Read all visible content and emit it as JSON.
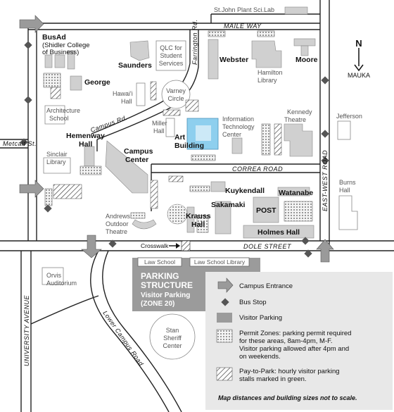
{
  "roads": {
    "maile_way": "MAILE WAY",
    "correa_road": "CORREA ROAD",
    "dole_street": "DOLE STREET",
    "east_west_road": "EAST-WEST ROAD",
    "university_avenue": "UNIVERSITY AVENUE",
    "campus_rd": "Campus Rd.",
    "farrington_rd": "Farrington Rd.",
    "lower_campus_road": "Lower Campus Road",
    "metcalf_st": "Metcalf St."
  },
  "buildings_bold": {
    "busad": "BusAd",
    "saunders": "Saunders",
    "webster": "Webster",
    "moore": "Moore",
    "george": "George",
    "hemenway_1": "Hemenway",
    "hemenway_2": "Hall",
    "campus_center_1": "Campus",
    "campus_center_2": "Center",
    "art_building_1": "Art",
    "art_building_2": "Building",
    "kuykendall": "Kuykendall",
    "watanabe": "Watanabe",
    "sakamaki": "Sakamaki",
    "post": "POST",
    "krauss_1": "Krauss",
    "krauss_2": "Hall",
    "holmes_hall": "Holmes Hall"
  },
  "buildings_light": {
    "busad_sub1": "(Shidler College",
    "busad_sub2": "of Business)",
    "st_john": "St.John Plant Sci.Lab",
    "qlc_1": "QLC for",
    "qlc_2": "Student",
    "qlc_3": "Services",
    "hamilton_1": "Hamilton",
    "hamilton_2": "Library",
    "hawaii_1": "Hawai'i",
    "hawaii_2": "Hall",
    "varney_1": "Varney",
    "varney_2": "Circle",
    "architecture_1": "Architecture",
    "architecture_2": "School",
    "miller_1": "Miller",
    "miller_2": "Hall",
    "itc_1": "Information",
    "itc_2": "Technology",
    "itc_3": "Center",
    "kennedy_1": "Kennedy",
    "kennedy_2": "Theatre",
    "jefferson": "Jefferson",
    "sinclair_1": "Sinclair",
    "sinclair_2": "Library",
    "burns_1": "Burns",
    "burns_2": "Hall",
    "andrews_1": "Andrews",
    "andrews_2": "Outdoor",
    "andrews_3": "Theatre",
    "orvis_1": "Orvis",
    "orvis_2": "Auditorium",
    "stan_1": "Stan",
    "stan_2": "Sheriff",
    "stan_3": "Center",
    "law_school_1": "Law School",
    "law_school_2": "Law School Library"
  },
  "crosswalk": "Crosswalk",
  "parking_structure": {
    "line1": "PARKING",
    "line2": "STRUCTURE",
    "line3": "Visitor Parking",
    "line4": "(ZONE 20)"
  },
  "north": {
    "letter": "N",
    "word": "MAUKA"
  },
  "legend": {
    "entrance": "Campus Entrance",
    "bus_stop": "Bus Stop",
    "visitor_parking": "Visitor Parking",
    "permit_1": "Permit Zones: parking permit required",
    "permit_2": "for these areas, 8am-4pm, M-F.",
    "permit_3": "Visitor parking allowed after 4pm and",
    "permit_4": "on weekends.",
    "pay_1": "Pay-to-Park: hourly visitor parking",
    "pay_2": "stalls marked in green.",
    "note": "Map distances and building sizes not to scale."
  },
  "colors": {
    "art_building": "#8ecfee",
    "visitor_parking": "#9b9b9b",
    "road": "#222222"
  }
}
